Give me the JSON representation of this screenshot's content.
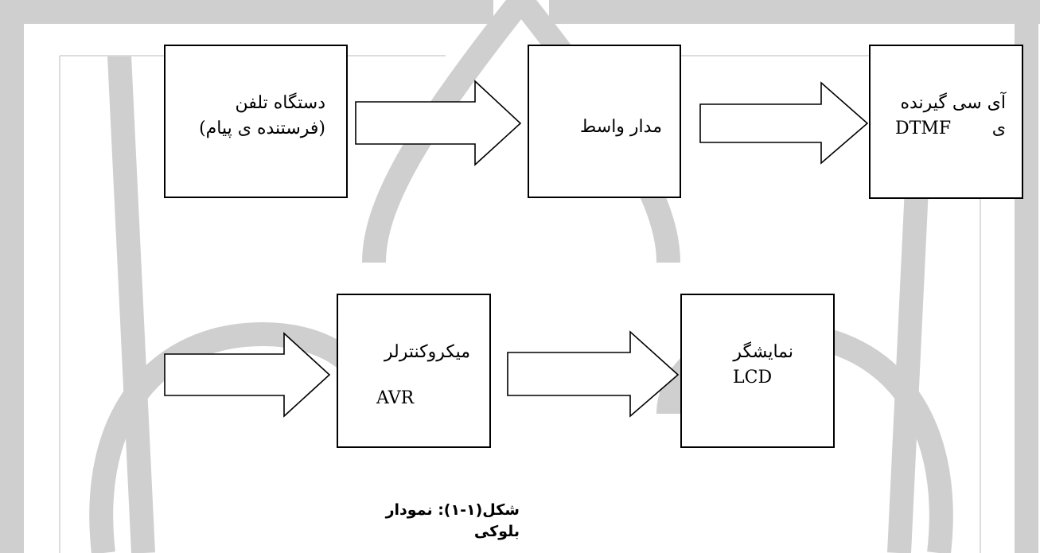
{
  "watermark_color": "#cfcfcf",
  "blocks": {
    "phone": {
      "line1": "دستگاه تلفن",
      "line2": "(فرستنده ی پیام)"
    },
    "interface": {
      "line1": "مدار واسط"
    },
    "dtmf": {
      "line1": "آی سی گیرنده",
      "line2a": "ی",
      "line2b": "DTMF"
    },
    "mcu": {
      "line1": "میکروکنترلر",
      "line2": "AVR"
    },
    "display": {
      "line1": "نمایشگر",
      "line2": "LCD"
    }
  },
  "caption": {
    "line1": "شکل(۱-۱): نمودار",
    "line2": "بلوکی"
  }
}
